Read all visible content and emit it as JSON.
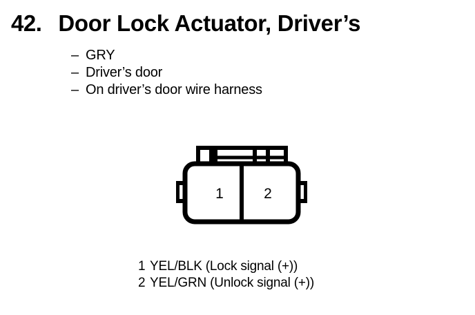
{
  "entry": {
    "number": "42.",
    "title": "Door Lock Actuator, Driver’s"
  },
  "details": {
    "dash": "–",
    "items": [
      "GRY",
      "Driver’s door",
      "On driver’s door wire harness"
    ]
  },
  "connector": {
    "name": "two-pin-connector",
    "pins": [
      {
        "number": "1"
      },
      {
        "number": "2"
      }
    ]
  },
  "legend": {
    "rows": [
      {
        "pin": "1",
        "text": "YEL/BLK (Lock signal (+))"
      },
      {
        "pin": "2",
        "text": "YEL/GRN (Unlock signal (+))"
      }
    ]
  },
  "colors": {
    "ink": "#000000",
    "page": "#ffffff"
  }
}
